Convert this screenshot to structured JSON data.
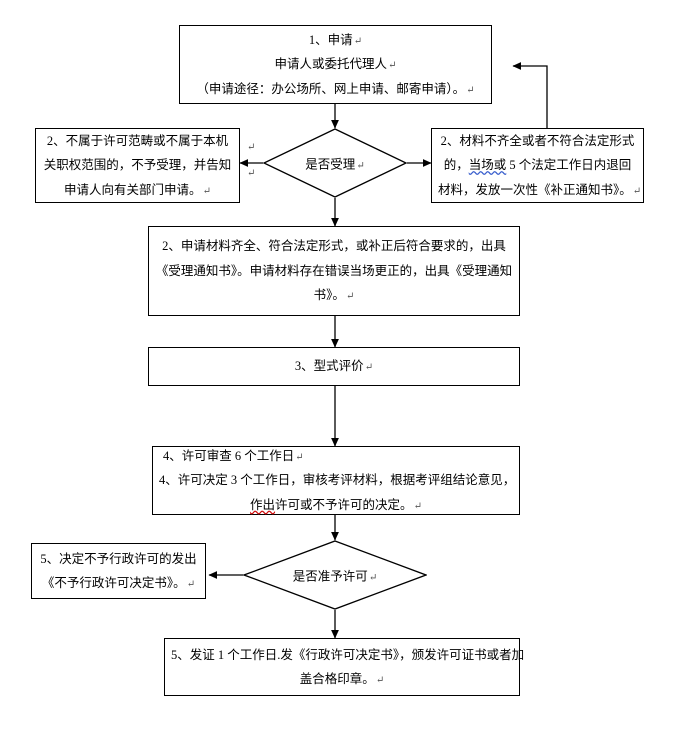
{
  "document": {
    "type": "administrative-licensing-flowchart",
    "language": "zh-CN",
    "background_color": "#ffffff",
    "line_color": "#000000",
    "spellcheck_blue": "#3a5fcd",
    "spellcheck_red": "#d01010",
    "paragraph_mark": "↵"
  },
  "nodes": {
    "apply": {
      "shape": "rectangle",
      "lines": [
        "1、申请",
        "申请人或委托代理人",
        "（申请途径：办公场所、网上申请、邮寄申请）。"
      ]
    },
    "reject_scope": {
      "shape": "rectangle",
      "lines": [
        "2、不属于许可范畴或不属于本机",
        "关职权范围的，不予受理，并告知",
        "申请人向有关部门申请。"
      ]
    },
    "accept_decision": {
      "shape": "diamond",
      "label": "是否受理"
    },
    "incomplete_materials": {
      "shape": "rectangle",
      "lines": [
        "2、材料不齐全或者不符合法定形式",
        "的，当场或 5 个法定工作日内退回",
        "材料，发放一次性《补正通知书》。"
      ],
      "spellcheck": {
        "line_index": 1,
        "text": "当场或",
        "color": "blue"
      }
    },
    "accepted": {
      "shape": "rectangle",
      "lines": [
        "2、申请材料齐全、符合法定形式，或补正后符合要求的，出具",
        "《受理通知书》。申请材料存在错误当场更正的，出具《受理通知",
        "书》。"
      ]
    },
    "type_evaluation": {
      "shape": "rectangle",
      "lines": [
        "3、型式评价"
      ]
    },
    "review": {
      "shape": "rectangle",
      "lines": [
        "4、许可审查 6 个工作日",
        "4、许可决定 3 个工作日，审核考评材料，根据考评组结论意见，",
        "作出许可或不予许可的决定。"
      ],
      "spellcheck": {
        "line_index": 2,
        "text": "作出",
        "color": "red"
      }
    },
    "grant_decision": {
      "shape": "diamond",
      "label": "是否准予许可"
    },
    "refuse_license": {
      "shape": "rectangle",
      "lines": [
        "5、决定不予行政许可的发出",
        "《不予行政许可决定书》。"
      ]
    },
    "issue_license": {
      "shape": "rectangle",
      "lines": [
        "5、发证 1 个工作日.发《行政许可决定书》，颁发许可证书或者加",
        "盖合格印章。"
      ]
    }
  },
  "connectors": [
    {
      "name": "apply-to-accept-decision",
      "from": "apply",
      "to": "accept_decision",
      "direction": "down"
    },
    {
      "name": "accept-decision-to-reject-scope",
      "from": "accept_decision",
      "to": "reject_scope",
      "direction": "left"
    },
    {
      "name": "accept-decision-to-incomplete",
      "from": "accept_decision",
      "to": "incomplete_materials",
      "direction": "right"
    },
    {
      "name": "incomplete-back-to-apply",
      "from": "incomplete_materials",
      "to": "apply",
      "direction": "up-left-loop"
    },
    {
      "name": "accept-decision-to-accepted",
      "from": "accept_decision",
      "to": "accepted",
      "direction": "down"
    },
    {
      "name": "accepted-to-type-evaluation",
      "from": "accepted",
      "to": "type_evaluation",
      "direction": "down"
    },
    {
      "name": "type-evaluation-to-review",
      "from": "type_evaluation",
      "to": "review",
      "direction": "down"
    },
    {
      "name": "review-to-grant-decision",
      "from": "review",
      "to": "grant_decision",
      "direction": "down"
    },
    {
      "name": "grant-decision-to-refuse",
      "from": "grant_decision",
      "to": "refuse_license",
      "direction": "left"
    },
    {
      "name": "grant-decision-to-issue",
      "from": "grant_decision",
      "to": "issue_license",
      "direction": "down"
    }
  ]
}
